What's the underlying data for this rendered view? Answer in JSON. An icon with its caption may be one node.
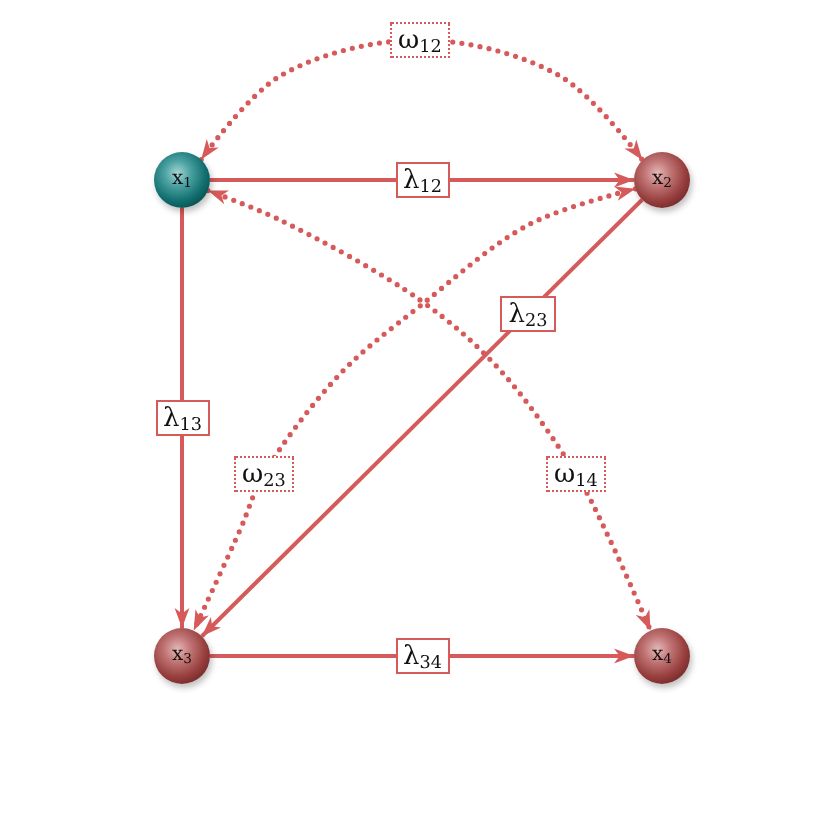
{
  "diagram": {
    "nodes": [
      {
        "text": [
          "x$_{1}$"
        ]
      },
      {
        "text": [
          "x$_{2}$"
        ]
      },
      {
        "text": [
          "x$_{3}$"
        ]
      },
      {
        "text": [
          "x$_{4}$"
        ]
      }
    ],
    "edges": [
      {
        "from": 0,
        "to": 1,
        "arrow": "both",
        "label": "ω$_{12}$",
        "style": "dashed"
      },
      {
        "from": 0,
        "to": 1,
        "arrow": "to",
        "label": "λ$_{12}$"
      },
      {
        "from": 1,
        "to": 2,
        "arrow": "to",
        "label": "λ$_{23}$"
      },
      {
        "from": 0,
        "to": 2,
        "arrow": "to",
        "label": "λ$_{13}$"
      },
      {
        "from": 1,
        "to": 2,
        "arrow": "both",
        "label": "ω$_{23}$",
        "style": "dashed"
      },
      {
        "from": 0,
        "to": 3,
        "arrow": "both",
        "label": "ω$_{14}$",
        "style": "dashed"
      },
      {
        "from": 2,
        "to": 3,
        "arrow": "to",
        "label": "λ$_{34}$"
      }
    ]
  }
}
